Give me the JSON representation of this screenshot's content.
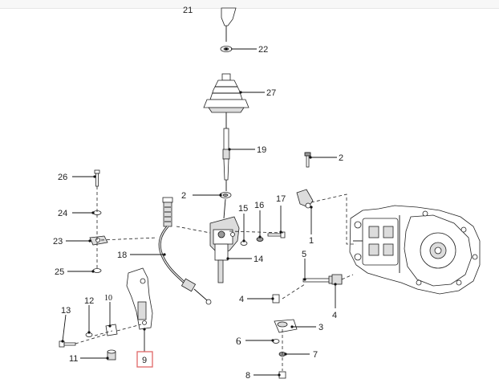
{
  "callouts": {
    "c21": "21",
    "c22": "22",
    "c27": "27",
    "c19": "19",
    "c2a": "2",
    "c2b": "2",
    "c26": "26",
    "c24": "24",
    "c23": "23",
    "c25": "25",
    "c15": "15",
    "c16": "16",
    "c17": "17",
    "c18": "18",
    "c14": "14",
    "c1": "1",
    "c5": "5",
    "c4a": "4",
    "c4b": "4",
    "c3": "3",
    "c6": "6",
    "c7": "7",
    "c8": "8",
    "c10": "10",
    "c12": "12",
    "c13": "13",
    "c11": "11",
    "c9": "9"
  },
  "colors": {
    "highlight": "#e06767",
    "ink": "#111111"
  }
}
